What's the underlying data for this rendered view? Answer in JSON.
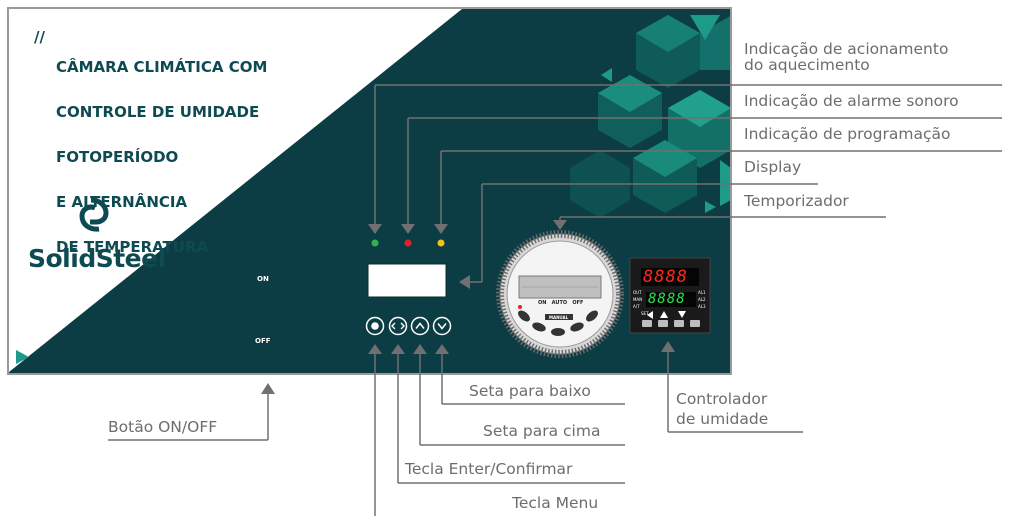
{
  "panel": {
    "title_slash": "//",
    "title_lines": [
      "CÂMARA CLIMÁTICA COM",
      "CONTROLE DE UMIDADE",
      "FOTOPERÍODO",
      "E ALTERNÂNCIA",
      "DE TEMPERATURA"
    ],
    "brand": "SolidSteel",
    "switch_on": "ON",
    "switch_off": "OFF",
    "timer_on": "ON",
    "timer_auto": "AUTO",
    "timer_off": "OFF",
    "timer_manual": "MANUAL",
    "controller_top": "8888",
    "controller_bottom": "8888",
    "controller_left_labels": [
      "OUT",
      "MAN",
      "A/T"
    ],
    "controller_right_labels": [
      "AL1",
      "AL2",
      "AL3"
    ],
    "controller_btn_set": "SET"
  },
  "callouts": {
    "heater": [
      "Indicação de acionamento",
      "do aquecimento"
    ],
    "alarm": "Indicação de alarme sonoro",
    "programming": "Indicação de programação",
    "display": "Display",
    "timer": "Temporizador",
    "humidity": [
      "Controlador",
      "de umidade"
    ],
    "down": "Seta para baixo",
    "up": "Seta para cima",
    "enter": "Tecla Enter/Confirmar",
    "menu": "Tecla Menu",
    "onoff": "Botão ON/OFF"
  },
  "colors": {
    "panel_bg": "#0d3d44",
    "accent": "#1d9a8a",
    "led_green": "#2fb24a",
    "led_red": "#e5202a",
    "led_yellow": "#f2c314",
    "leader": "#707070",
    "title": "#0e4a52",
    "seg_red": "#ff2a1e",
    "seg_green": "#29e04a"
  },
  "icons": [
    "solidsteel-logo-icon",
    "enter-circle-icon",
    "menu-arrows-icon",
    "chevron-up-icon",
    "chevron-down-icon",
    "play-triangle-icon"
  ]
}
